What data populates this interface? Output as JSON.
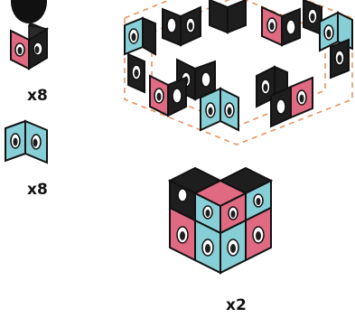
{
  "colors": {
    "pink": "#e06a82",
    "blue": "#86cfd7",
    "black": "#1e1e1e",
    "dash": "#e89462"
  },
  "parts": [
    {
      "name": "pink-black-corner-piece",
      "quantity": "x8"
    },
    {
      "name": "blue-double-panel-piece",
      "quantity": "x8"
    }
  ],
  "result": {
    "quantity": "x2"
  }
}
